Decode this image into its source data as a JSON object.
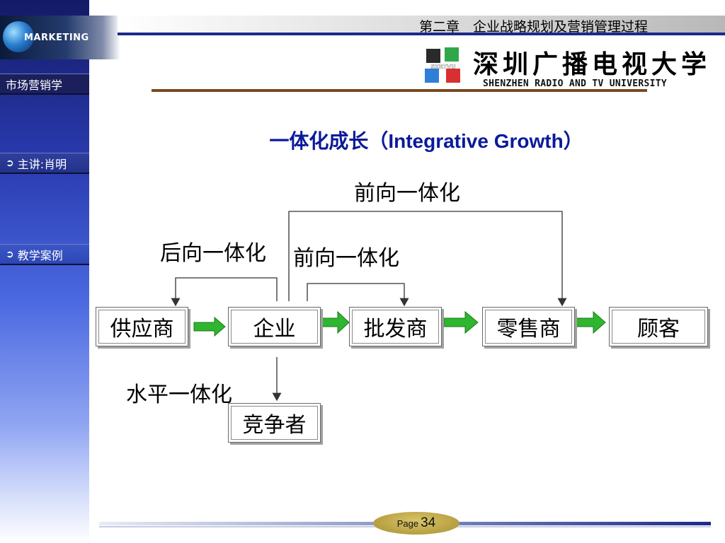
{
  "header": {
    "chapter_title": "第二章　企业战略规划及营销管理过程",
    "logo_text": "MARKETING",
    "university_cn": "深圳广播电视大学",
    "university_en": "SHENZHEN RADIO AND TV UNIVERSITY",
    "emblem_text": "SZRTVU"
  },
  "sidebar": {
    "course_title": "市场营销学",
    "lecturer_label": "主讲:肖明",
    "cases_label": "教学案例"
  },
  "slide": {
    "title": "一体化成长（Integrative Growth）",
    "labels": {
      "forward_top": "前向一体化",
      "backward": "后向一体化",
      "forward_mid": "前向一体化",
      "horizontal": "水平一体化"
    },
    "boxes": {
      "supplier": "供应商",
      "enterprise": "企业",
      "wholesaler": "批发商",
      "retailer": "零售商",
      "customer": "顾客",
      "competitor": "竞争者"
    }
  },
  "footer": {
    "page_word": "Page",
    "page_number": "34"
  },
  "colors": {
    "title_blue": "#0a1a9a",
    "flow_arrow_green": "#2fb52f",
    "sidebar_navy": "#1b1f5c"
  }
}
